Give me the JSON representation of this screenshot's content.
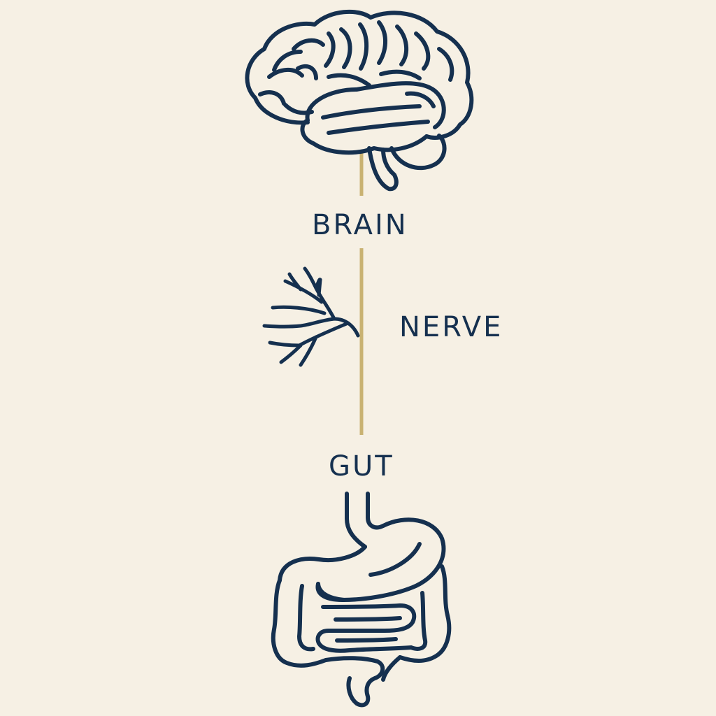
{
  "labels": {
    "brain": "BRAIN",
    "nerve": "NERVE",
    "gut": "GUT"
  },
  "icons": {
    "brain": "brain-icon",
    "nerve": "nerve-branch-icon",
    "gut": "digestive-tract-icon"
  },
  "colors": {
    "background": "#f6f0e4",
    "ink": "#15304f",
    "connector": "#c9b272"
  }
}
